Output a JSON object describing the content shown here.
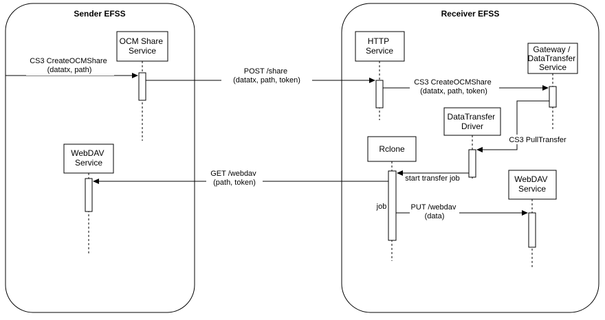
{
  "containers": {
    "sender": {
      "title": "Sender EFSS"
    },
    "receiver": {
      "title": "Receiver EFSS"
    }
  },
  "participants": {
    "ocm_share_service": [
      "OCM Share",
      "Service"
    ],
    "webdav_sender": [
      "WebDAV",
      "Service"
    ],
    "http_service": [
      "HTTP",
      "Service"
    ],
    "gateway_datatransfer_service": [
      "Gateway /",
      "DataTransfer",
      "Service"
    ],
    "datatransfer_driver": [
      "DataTransfer",
      "Driver"
    ],
    "rclone": [
      "Rclone"
    ],
    "webdav_receiver": [
      "WebDAV",
      "Service"
    ]
  },
  "messages": {
    "cs3_create_ocm_share_in": [
      "CS3 CreateOCMShare",
      "(datatx, path)"
    ],
    "post_share": [
      "POST /share",
      "(datatx, path, token)"
    ],
    "cs3_create_ocm_share_gw": [
      "CS3 CreateOCMShare",
      "(datatx, path, token)"
    ],
    "cs3_pull_transfer": [
      "CS3 PullTransfer"
    ],
    "start_transfer_job": [
      "start transfer job"
    ],
    "get_webdav": [
      "GET /webdav",
      "(path, token)"
    ],
    "put_webdav": [
      "PUT /webdav",
      "(data)"
    ],
    "job": [
      "job"
    ]
  },
  "colors": {
    "stroke": "#000000",
    "background": "#ffffff",
    "text": "#000000"
  }
}
